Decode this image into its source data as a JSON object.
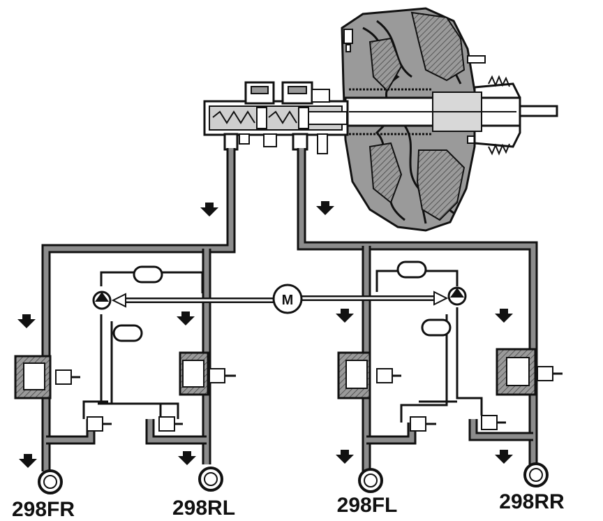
{
  "diagram": {
    "motor_label": "M",
    "wheels": [
      {
        "label": "298FR"
      },
      {
        "label": "298RL"
      },
      {
        "label": "298FL"
      },
      {
        "label": "298RR"
      }
    ]
  },
  "colors": {
    "line": "#111111",
    "pipe_fill": "#8c8c8c",
    "booster_fill": "#7a7a7a",
    "background": "#ffffff"
  }
}
